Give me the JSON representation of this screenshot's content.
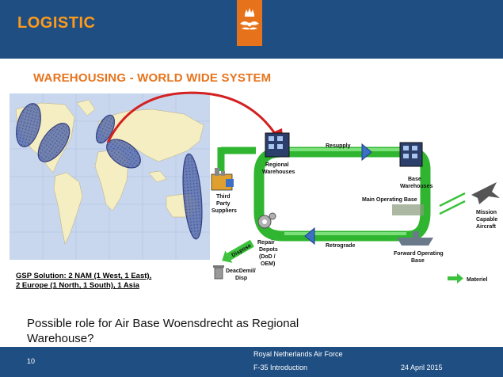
{
  "header": {
    "title": "LOGISTIC",
    "logo": "royal-crown-wings-emblem"
  },
  "section_title": "WAREHOUSING  - WORLD WIDE SYSTEM",
  "map": {
    "caption_line1": "GSP Solution: 2 NAM (1 West, 1 East),",
    "caption_line2": "2 Europe (1 North, 1 South), 1 Asia"
  },
  "diagram": {
    "regional": [
      "Regional",
      "Warehouses"
    ],
    "resupply": "Resupply",
    "base": [
      "Base",
      "Warehouses"
    ],
    "mob": "Main Operating Base",
    "mission": [
      "Mission",
      "Capable",
      "Aircraft"
    ],
    "third": [
      "Third",
      "Party",
      "Suppliers"
    ],
    "repair": [
      "Repair",
      "Depots",
      "(DoD /",
      "OEM)"
    ],
    "retrograde": "Retrograde",
    "fob": [
      "Forward Operating",
      "Base"
    ],
    "dispose": "Dispose",
    "deac": [
      "DeacDemil/",
      "Disp"
    ],
    "legend": "Materiel"
  },
  "question": {
    "line1": "Possible role for Air Base Woensdrecht as Regional",
    "line2": "Warehouse?"
  },
  "footer": {
    "page": "10",
    "org": "Royal Netherlands Air Force",
    "course": "F-35 Introduction",
    "date": "24 April 2015"
  },
  "colors": {
    "header_bg": "#1f4e82",
    "title_orange": "#ff9a1a",
    "accent_orange": "#e6731c",
    "flow_green": "#3cc23c",
    "arrow_red": "#d42020"
  }
}
